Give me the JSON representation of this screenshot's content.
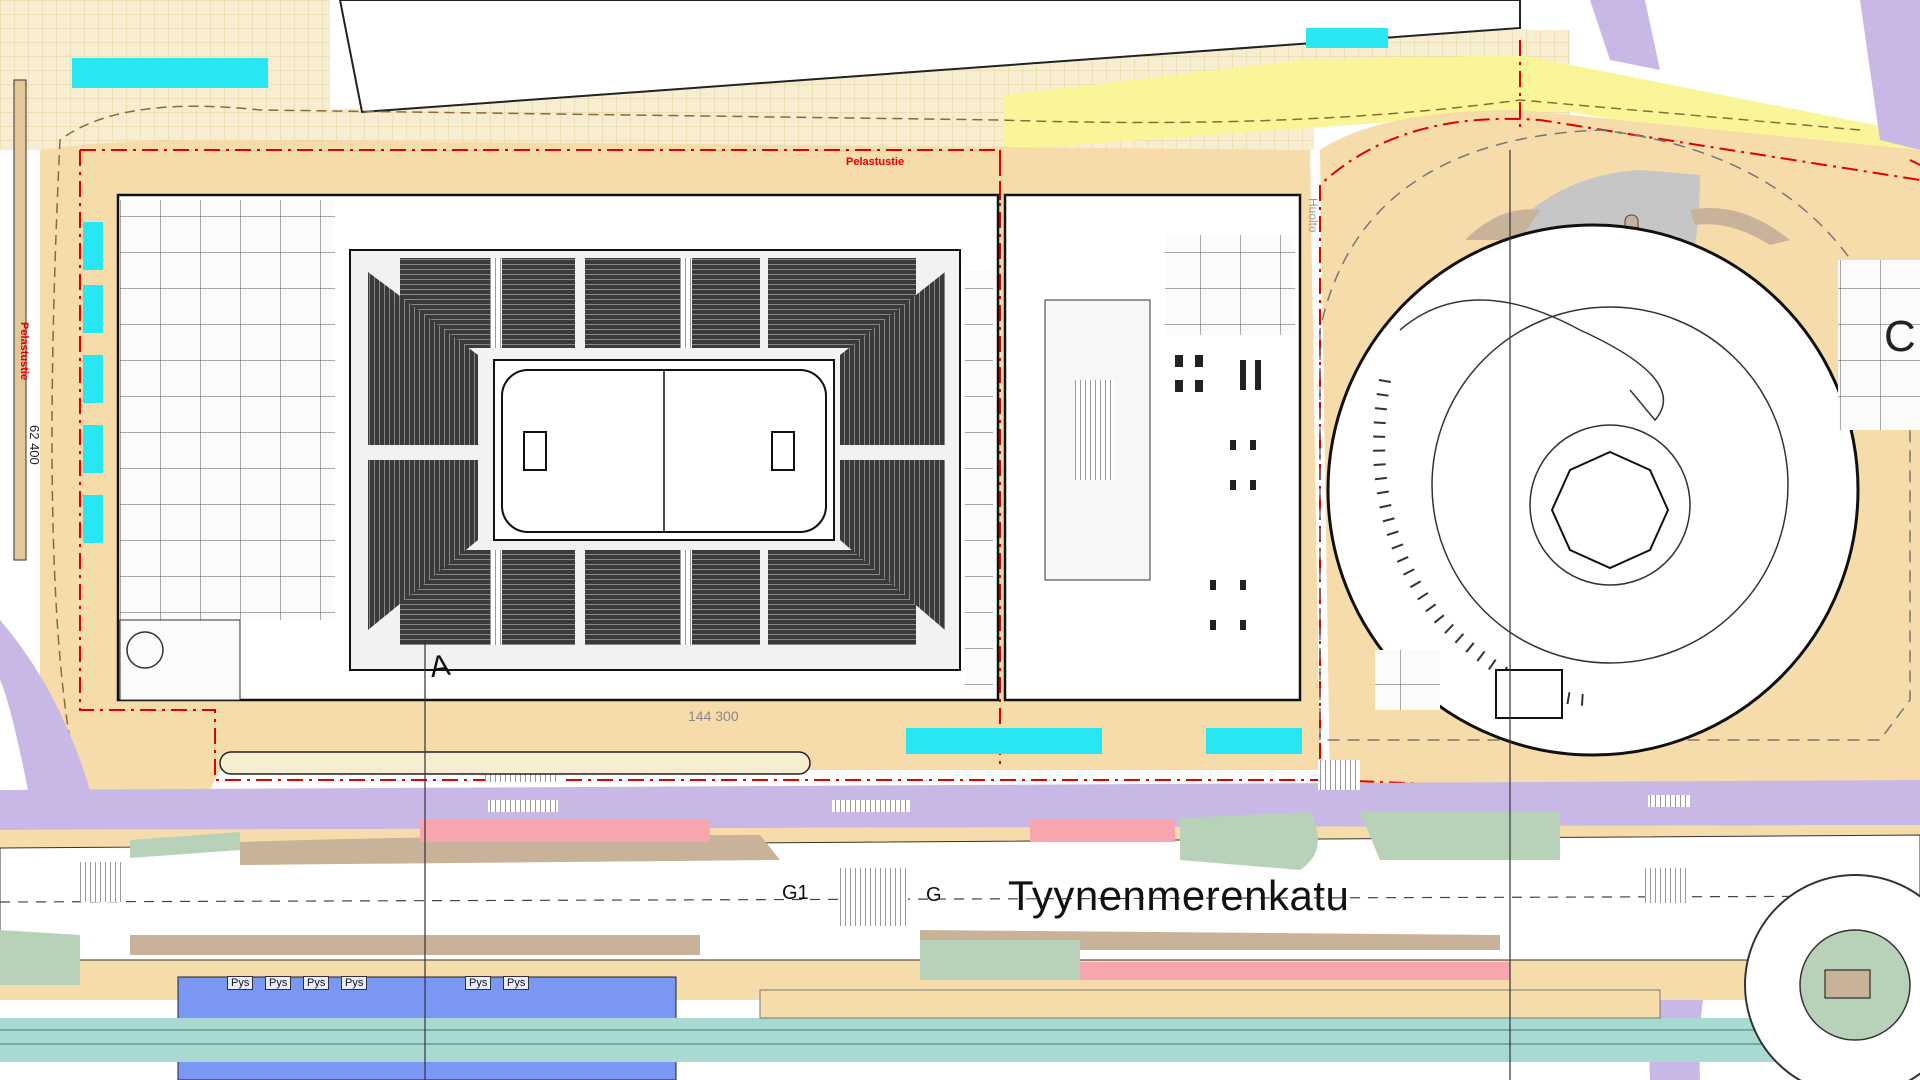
{
  "map": {
    "street_name": "Tyynenmerenkatu",
    "footpath_label_top": "Pelastustie",
    "footpath_label_left": "Pelastustie",
    "service_label": "Huolto",
    "dimension_vertical": "62 400",
    "dimension_horizontal": "144 300",
    "section_marker_a": "A",
    "section_marker_g1": "G1",
    "section_marker_g2": "G",
    "parking_labels": [
      "Pys",
      "Pys",
      "Pys",
      "Pys",
      "Pys",
      "Pys"
    ],
    "partial_label_right": "C",
    "colors": {
      "road_purple": "#c9b8e6",
      "sand": "#f5dcaa",
      "pale_yellow_grid": "#f7eed2",
      "bright_yellow": "#fbf59a",
      "green": "#b7d2b8",
      "brown": "#c8b29a",
      "cyan": "#29e6f3",
      "pink": "#f7a6b0",
      "blue": "#7b97f4",
      "teal_rail": "#a8dad2",
      "red_boundary": "#e00000",
      "grey_ramp": "#bfbfbf"
    }
  }
}
